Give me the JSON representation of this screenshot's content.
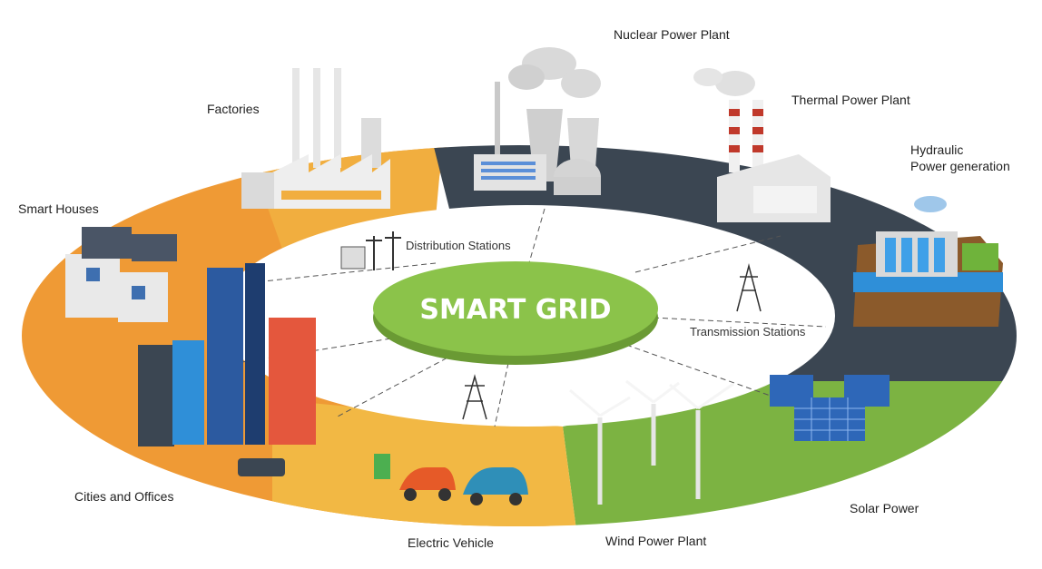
{
  "center_title": "SMART GRID",
  "labels": {
    "nuclear": "Nuclear Power Plant",
    "thermal": "Thermal Power Plant",
    "hydraulic": "Hydraulic\nPower generation",
    "factories": "Factories",
    "smart_houses": "Smart Houses",
    "cities": "Cities and Offices",
    "electric_vehicle": "Electric Vehicle",
    "wind": "Wind Power Plant",
    "solar": "Solar Power",
    "distribution": "Distribution Stations",
    "transmission": "Transmission Stations"
  },
  "colors": {
    "orange": "#ef9a35",
    "orange_light": "#f1ae3f",
    "slate": "#3b4652",
    "green": "#7cb342",
    "green_center": "#8bc34a",
    "yellow": "#f2b844"
  }
}
